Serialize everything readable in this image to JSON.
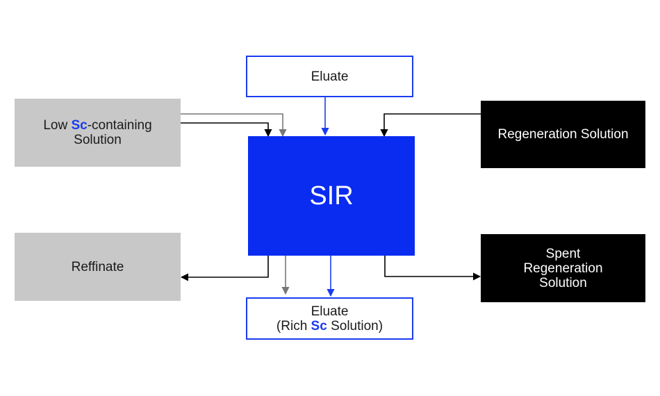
{
  "colors": {
    "blue": "#1a3cf0",
    "sir_fill": "#0a2cf0",
    "gray_box": "#c8c8c8",
    "gray_arrow": "#777777",
    "black": "#000000"
  },
  "nodes": {
    "eluate_in": {
      "label": "Eluate"
    },
    "low_sc": {
      "line1_pre": "Low ",
      "line1_hl": "Sc",
      "line1_post": "-containing",
      "line2": "Solution"
    },
    "regeneration": {
      "label": "Regeneration Solution"
    },
    "sir": {
      "label": "SIR"
    },
    "reffinate": {
      "label": "Reffinate"
    },
    "spent": {
      "line1": "Spent",
      "line2": "Regeneration",
      "line3": "Solution"
    },
    "eluate_out": {
      "line1": "Eluate",
      "line2_pre": "(Rich ",
      "line2_hl": "Sc",
      "line2_post": " Solution)"
    }
  }
}
